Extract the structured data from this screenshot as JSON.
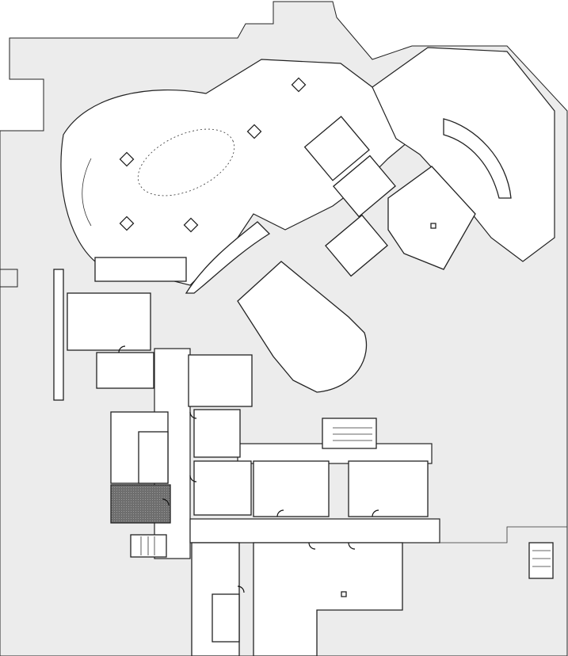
{
  "map": {
    "kind": "floor-plan",
    "colors": {
      "background": "#ffffff",
      "exterior_area": "#ececec",
      "walls": "#222222",
      "highlighted_room": "#7a7a7a"
    },
    "highlighted_room_count": 1,
    "markers": [
      "diamond-column",
      "diamond-column",
      "diamond-column",
      "diamond-column",
      "diamond-column",
      "square-column",
      "square-column"
    ]
  }
}
